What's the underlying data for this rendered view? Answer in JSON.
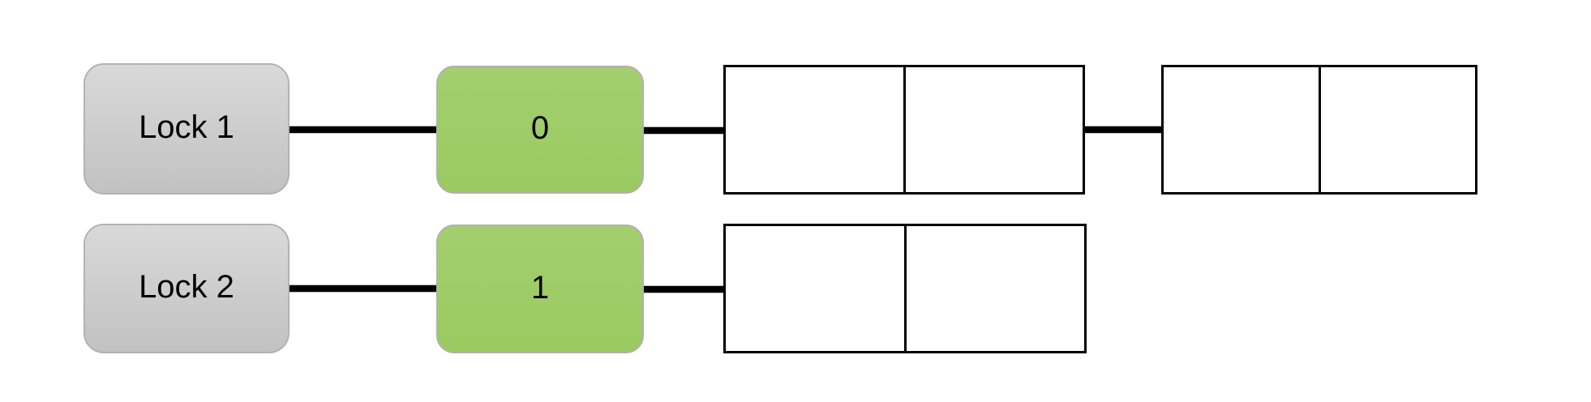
{
  "diagram": {
    "rows": [
      {
        "lock_label": "Lock 1",
        "queue_label": "0",
        "nodes": [
          {
            "value": "",
            "next": ""
          },
          {
            "value": "",
            "next": ""
          }
        ]
      },
      {
        "lock_label": "Lock 2",
        "queue_label": "1",
        "nodes": [
          {
            "value": "",
            "next": ""
          }
        ]
      }
    ]
  },
  "colors": {
    "background": "#ffffff",
    "lock_fill_top": "#d9d9d9",
    "lock_fill_bottom": "#c2c2c2",
    "lock_border": "#b2b2b2",
    "queue_fill_top": "#a3cf6e",
    "queue_fill_bottom": "#9aca60",
    "queue_border": "#b0b0b0",
    "node_fill": "#ffffff",
    "node_border": "#000000",
    "arrow": "#000000",
    "text": "#000000"
  }
}
